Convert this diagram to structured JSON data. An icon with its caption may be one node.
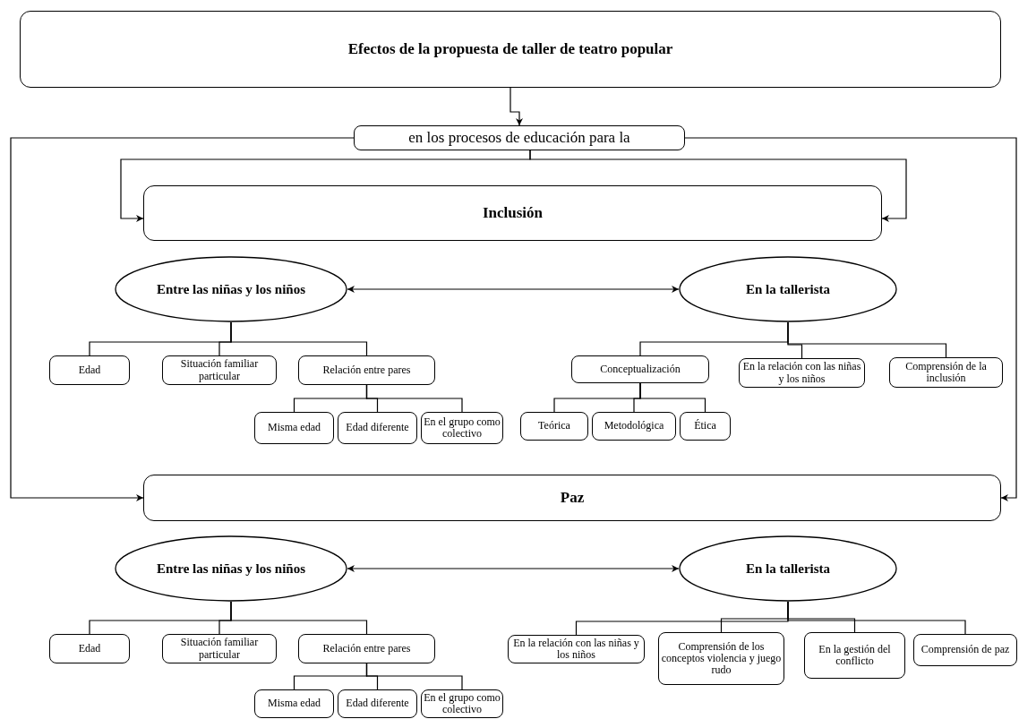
{
  "diagram": {
    "nodes": [
      {
        "text": [
          "Efectos de la propuesta de taller de teatro popular"
        ]
      },
      {
        "text": [
          "en los procesos de educación para la"
        ]
      },
      {
        "text": [
          "Inclusión"
        ]
      },
      {
        "text": [
          "Entre las niñas y los niños"
        ]
      },
      {
        "text": [
          "En la tallerista"
        ]
      },
      {
        "text": [
          "Edad"
        ]
      },
      {
        "text": [
          "Situación familiar particular"
        ]
      },
      {
        "text": [
          "Relación entre pares"
        ]
      },
      {
        "text": [
          "Misma edad"
        ]
      },
      {
        "text": [
          "Edad diferente"
        ]
      },
      {
        "text": [
          "En el grupo como colectivo"
        ]
      },
      {
        "text": [
          "Conceptualización"
        ]
      },
      {
        "text": [
          "En la relación con las niñas y los niños"
        ]
      },
      {
        "text": [
          "Comprensión de la inclusión"
        ]
      },
      {
        "text": [
          "Teórica"
        ]
      },
      {
        "text": [
          "Metodológica"
        ]
      },
      {
        "text": [
          "Ética"
        ]
      },
      {
        "text": [
          "Paz"
        ]
      },
      {
        "text": [
          "Entre las niñas y los niños"
        ]
      },
      {
        "text": [
          "En la tallerista"
        ]
      },
      {
        "text": [
          "Edad"
        ]
      },
      {
        "text": [
          "Situación familiar particular"
        ]
      },
      {
        "text": [
          "Relación entre pares"
        ]
      },
      {
        "text": [
          "Misma edad"
        ]
      },
      {
        "text": [
          "Edad diferente"
        ]
      },
      {
        "text": [
          "En el grupo como colectivo"
        ]
      },
      {
        "text": [
          "En la relación con las niñas y los niños"
        ]
      },
      {
        "text": [
          "Comprensión de los conceptos violencia y juego rudo"
        ]
      },
      {
        "text": [
          "En la gestión del conflicto"
        ]
      },
      {
        "text": [
          "Comprensión de paz"
        ]
      }
    ],
    "edges": [
      {
        "from": 0,
        "to": 1,
        "arrow": "to"
      },
      {
        "from": 1,
        "to": 2,
        "arrow": "to"
      },
      {
        "from": 1,
        "to": 2,
        "arrow": "to"
      },
      {
        "from": 1,
        "to": 17,
        "arrow": "to"
      },
      {
        "from": 1,
        "to": 17,
        "arrow": "to"
      },
      {
        "from": 3,
        "to": 4,
        "arrow": "both"
      },
      {
        "from": 3,
        "to": 5,
        "arrow": "none"
      },
      {
        "from": 3,
        "to": 6,
        "arrow": "none"
      },
      {
        "from": 3,
        "to": 7,
        "arrow": "none"
      },
      {
        "from": 7,
        "to": 8,
        "arrow": "none"
      },
      {
        "from": 7,
        "to": 9,
        "arrow": "none"
      },
      {
        "from": 7,
        "to": 10,
        "arrow": "none"
      },
      {
        "from": 4,
        "to": 11,
        "arrow": "none"
      },
      {
        "from": 4,
        "to": 12,
        "arrow": "none"
      },
      {
        "from": 4,
        "to": 13,
        "arrow": "none"
      },
      {
        "from": 11,
        "to": 14,
        "arrow": "none"
      },
      {
        "from": 11,
        "to": 15,
        "arrow": "none"
      },
      {
        "from": 11,
        "to": 16,
        "arrow": "none"
      },
      {
        "from": 18,
        "to": 19,
        "arrow": "both"
      },
      {
        "from": 18,
        "to": 20,
        "arrow": "none"
      },
      {
        "from": 18,
        "to": 21,
        "arrow": "none"
      },
      {
        "from": 18,
        "to": 22,
        "arrow": "none"
      },
      {
        "from": 22,
        "to": 23,
        "arrow": "none"
      },
      {
        "from": 22,
        "to": 24,
        "arrow": "none"
      },
      {
        "from": 22,
        "to": 25,
        "arrow": "none"
      },
      {
        "from": 19,
        "to": 26,
        "arrow": "none"
      },
      {
        "from": 19,
        "to": 27,
        "arrow": "none"
      },
      {
        "from": 19,
        "to": 28,
        "arrow": "none"
      },
      {
        "from": 19,
        "to": 29,
        "arrow": "none"
      }
    ]
  }
}
